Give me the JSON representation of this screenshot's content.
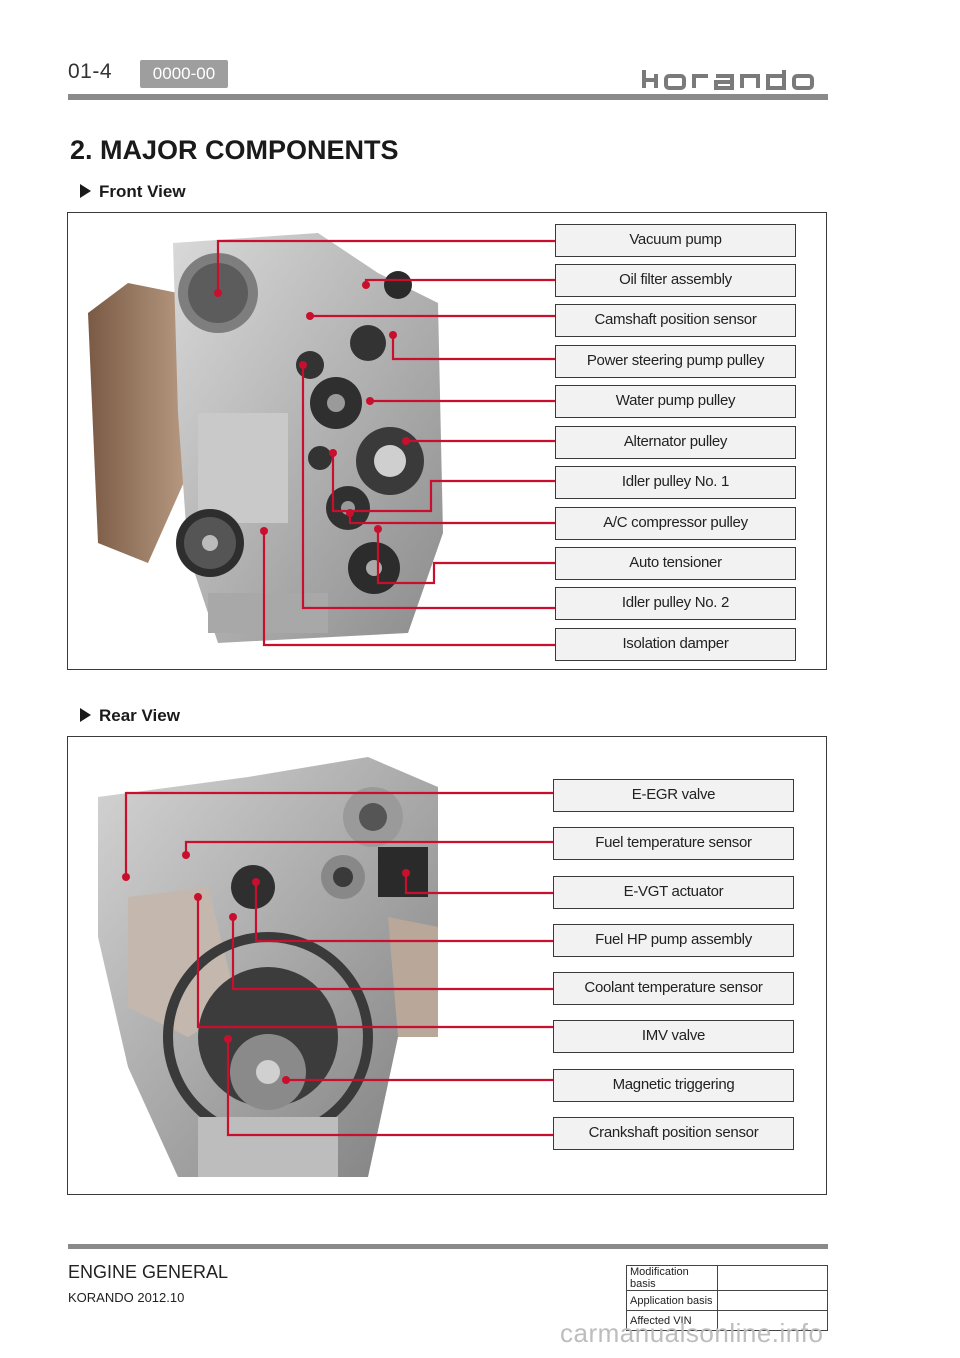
{
  "header": {
    "page_number": "01-4",
    "code": "0000-00",
    "brand": "korando"
  },
  "section_title": "2. MAJOR COMPONENTS",
  "front": {
    "heading": "Front View",
    "labels": [
      "Vacuum pump",
      "Oil filter assembly",
      "Camshaft position sensor",
      "Power steering pump pulley",
      "Water pump pulley",
      "Alternator pulley",
      "Idler pulley No. 1",
      "A/C compressor pulley",
      "Auto tensioner",
      "Idler pulley No. 2",
      "Isolation damper"
    ]
  },
  "rear": {
    "heading": "Rear View",
    "labels": [
      "E-EGR valve",
      "Fuel temperature sensor",
      "E-VGT actuator",
      "Fuel HP pump assembly",
      "Coolant temperature sensor",
      "IMV valve",
      "Magnetic triggering",
      "Crankshaft position sensor"
    ]
  },
  "footer": {
    "title": "ENGINE GENERAL",
    "subtitle": "KORANDO 2012.10",
    "table": [
      {
        "key": "Modification basis",
        "value": ""
      },
      {
        "key": "Application basis",
        "value": ""
      },
      {
        "key": "Affected VIN",
        "value": ""
      }
    ],
    "watermark": "carmanualsonline.info"
  },
  "colors": {
    "leader": "#c8102e",
    "frame": "#3a3a3a",
    "rule": "#8a8a8a"
  }
}
